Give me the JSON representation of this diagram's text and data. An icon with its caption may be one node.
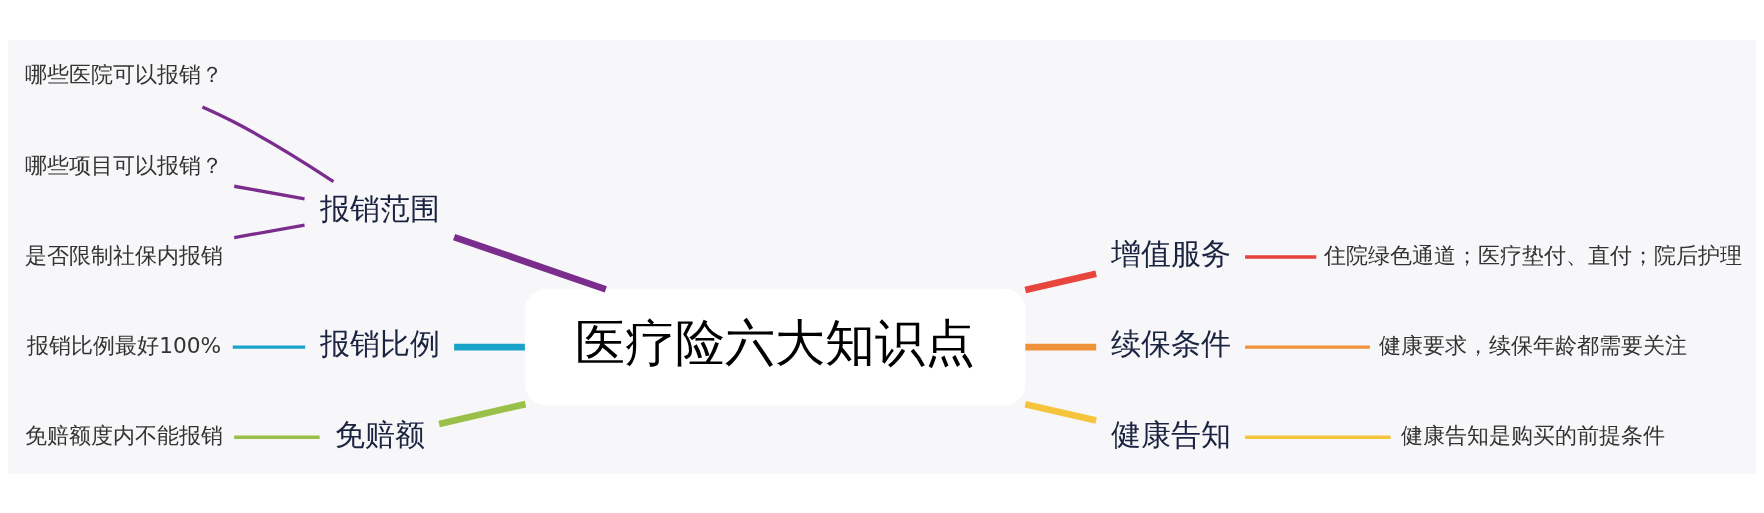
{
  "diagram": {
    "nodes": [
      {
        "text": [
          "医疗险六大知识点"
        ]
      },
      {
        "text": [
          "报销范围"
        ]
      },
      {
        "text": [
          "哪些医院可以报销？"
        ]
      },
      {
        "text": [
          "哪些项目可以报销？"
        ]
      },
      {
        "text": [
          "是否限制社保内报销"
        ]
      },
      {
        "text": [
          "报销比例"
        ]
      },
      {
        "text": [
          "报销比例最好100%"
        ]
      },
      {
        "text": [
          "免赔额"
        ]
      },
      {
        "text": [
          "免赔额度内不能报销"
        ]
      },
      {
        "text": [
          "增值服务"
        ]
      },
      {
        "text": [
          "住院绿色通道；医疗垫付、直付；院后护理"
        ]
      },
      {
        "text": [
          "续保条件"
        ]
      },
      {
        "text": [
          "健康要求，续保年龄都需要关注"
        ]
      },
      {
        "text": [
          "健康告知"
        ]
      },
      {
        "text": [
          "健康告知是购买的前提条件"
        ]
      }
    ],
    "edges": [
      {
        "from": 2,
        "to": 1,
        "arrow": "none",
        "color": "#7b2d8e"
      },
      {
        "from": 3,
        "to": 1,
        "arrow": "none",
        "color": "#7b2d8e"
      },
      {
        "from": 4,
        "to": 1,
        "arrow": "none",
        "color": "#7b2d8e"
      },
      {
        "from": 1,
        "to": 0,
        "arrow": "none",
        "style": "thick",
        "color": "#7b2d8e"
      },
      {
        "from": 6,
        "to": 5,
        "arrow": "none",
        "color": "#1aa3c8"
      },
      {
        "from": 5,
        "to": 0,
        "arrow": "none",
        "style": "thick",
        "color": "#1aa3c8"
      },
      {
        "from": 8,
        "to": 7,
        "arrow": "none",
        "color": "#9bc04a"
      },
      {
        "from": 7,
        "to": 0,
        "arrow": "none",
        "style": "thick",
        "color": "#9bc04a"
      },
      {
        "from": 0,
        "to": 9,
        "arrow": "none",
        "style": "thick",
        "color": "#e8453c"
      },
      {
        "from": 9,
        "to": 10,
        "arrow": "none",
        "color": "#e8453c"
      },
      {
        "from": 0,
        "to": 11,
        "arrow": "none",
        "style": "thick",
        "color": "#f0923a"
      },
      {
        "from": 11,
        "to": 12,
        "arrow": "none",
        "color": "#f0923a"
      },
      {
        "from": 0,
        "to": 13,
        "arrow": "none",
        "style": "thick",
        "color": "#f5c43c"
      },
      {
        "from": 13,
        "to": 14,
        "arrow": "none",
        "color": "#f5c43c"
      }
    ]
  }
}
